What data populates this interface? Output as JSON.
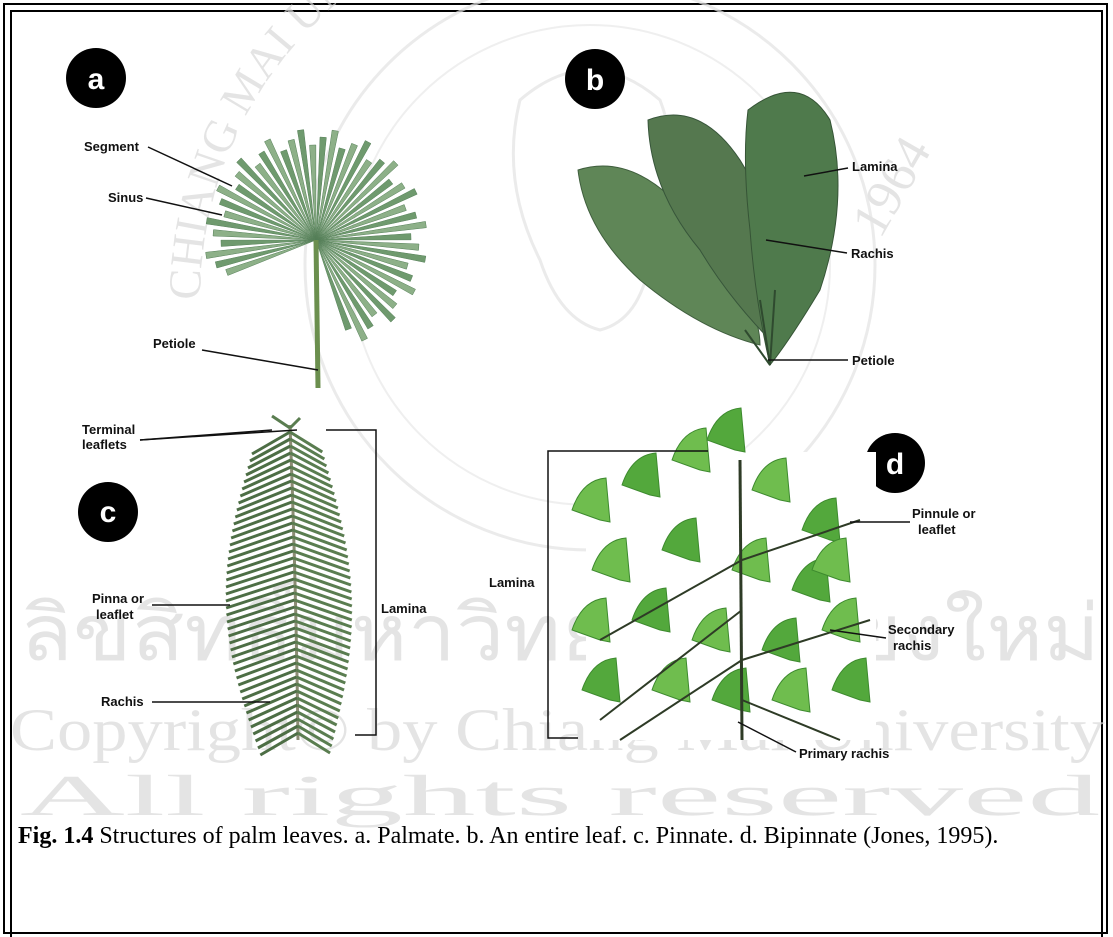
{
  "panels": {
    "a": {
      "badge": "a",
      "labels": {
        "segment": "Segment",
        "sinus": "Sinus",
        "petiole": "Petiole"
      }
    },
    "b": {
      "badge": "b",
      "labels": {
        "lamina": "Lamina",
        "rachis": "Rachis",
        "petiole": "Petiole"
      }
    },
    "c": {
      "badge": "c",
      "labels": {
        "terminal_1": "Terminal",
        "terminal_2": "leaflets",
        "pinna_1": "Pinna or",
        "pinna_2": "leaflet",
        "rachis": "Rachis",
        "lamina": "Lamina"
      }
    },
    "d": {
      "badge": "d",
      "labels": {
        "pinnule_1": "Pinnule or",
        "pinnule_2": "leaflet",
        "secondary_1": "Secondary",
        "secondary_2": "rachis",
        "primary": "Primary rachis",
        "lamina": "Lamina"
      }
    }
  },
  "caption": {
    "label": "Fig. 1.4",
    "text": " Structures of palm leaves. a. Palmate. b. An entire leaf. c. Pinnate. d. Bipinnate (Jones, 1995)."
  },
  "watermark": {
    "line1": "ลิขสิทธิ์มหาวิทยาลัยเชียงใหม่",
    "line2": "Copyright© by Chiang Mai University",
    "line3": "All rights reserved",
    "arc_text": "CHIANG MAI UNIVERSITY",
    "year": "1964"
  },
  "colors": {
    "leaf_dark": "#3f5a3a",
    "leaf_mid": "#6e8f5e",
    "leaf_light": "#9bbf7a",
    "bipinnate": "#4fa33a",
    "badge": "#000000"
  }
}
